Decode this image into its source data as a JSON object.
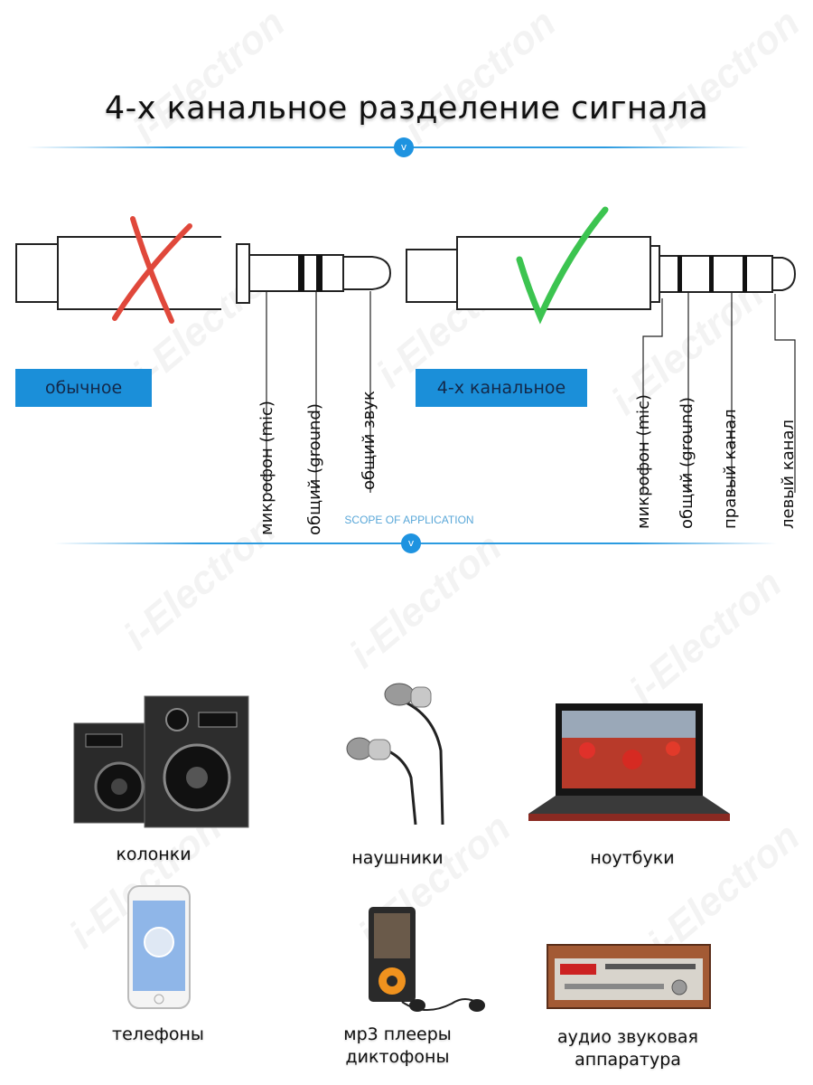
{
  "title": "4-х канальное разделение сигнала",
  "badge_symbol": "v",
  "watermark": "i-Electron",
  "colors": {
    "accent": "#1b8fd9",
    "cross": "#e0483b",
    "check": "#3cc450"
  },
  "standard": {
    "tag": "обычное",
    "pins": [
      "микрофон (mic)",
      "общий (ground)",
      "общий звук"
    ]
  },
  "four_channel": {
    "tag": "4-х канальное",
    "pins": [
      "микрофон (mic)",
      "общий (ground)",
      "правый канал",
      "левый канал"
    ]
  },
  "scope_title": "SCOPE OF APPLICATION",
  "applications": [
    {
      "icon": "speakers-icon",
      "label": "колонки"
    },
    {
      "icon": "earphones-icon",
      "label": "наушники"
    },
    {
      "icon": "laptop-icon",
      "label": "ноутбуки"
    },
    {
      "icon": "phone-icon",
      "label": "телефоны"
    },
    {
      "icon": "mp3-player-icon",
      "line1": "мр3 плееры",
      "line2": "диктофоны"
    },
    {
      "icon": "audio-system-icon",
      "line1": "аудио звуковая",
      "line2": "аппаратура"
    }
  ]
}
